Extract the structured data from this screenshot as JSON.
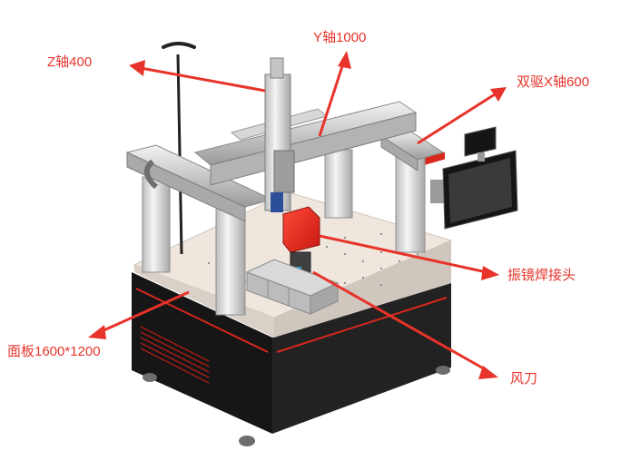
{
  "accent_color": "#e8332a",
  "labels": {
    "z_axis": "Z轴400",
    "y_axis": "Y轴1000",
    "x_axis": "双驱X轴600",
    "weld_head": "振镜焊接头",
    "panel": "面板1600*1200",
    "air_knife": "风刀"
  },
  "icons": {
    "machine": "gantry-laser-welding-machine-illustration",
    "monitor": "monitor-icon"
  }
}
